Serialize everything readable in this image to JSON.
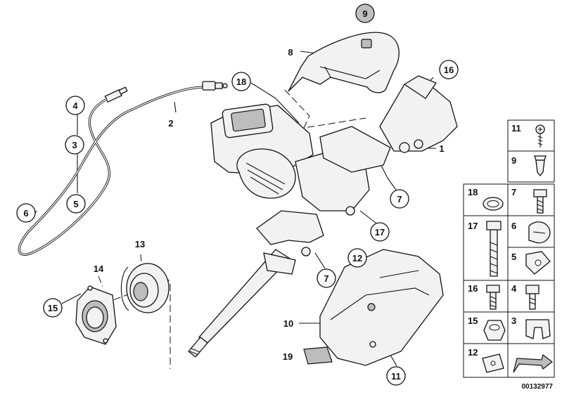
{
  "callouts": [
    {
      "label": "9",
      "highlight": true
    },
    {
      "label": "8",
      "plain": true
    },
    {
      "label": "18"
    },
    {
      "label": "16"
    },
    {
      "label": "4"
    },
    {
      "label": "2",
      "plain": true
    },
    {
      "label": "3"
    },
    {
      "label": "1",
      "plain": true
    },
    {
      "label": "5"
    },
    {
      "label": "7"
    },
    {
      "label": "6"
    },
    {
      "label": "17"
    },
    {
      "label": "13",
      "plain": true
    },
    {
      "label": "12"
    },
    {
      "label": "14",
      "plain": true
    },
    {
      "label": "7"
    },
    {
      "label": "15"
    },
    {
      "label": "10",
      "plain": true
    },
    {
      "label": "19",
      "plain": true
    },
    {
      "label": "11"
    }
  ],
  "parts_grid": [
    {
      "label": "11"
    },
    {
      "label": "9"
    },
    {
      "label": "18"
    },
    {
      "label": "7"
    },
    {
      "label": "17"
    },
    {
      "label": "6"
    },
    {
      "label": "5"
    },
    {
      "label": "16"
    },
    {
      "label": "4"
    },
    {
      "label": "15"
    },
    {
      "label": "3"
    },
    {
      "label": "12"
    }
  ],
  "diagram_id": "00132977",
  "colors": {
    "highlight": "#bfbfbf",
    "line": "#111111"
  }
}
